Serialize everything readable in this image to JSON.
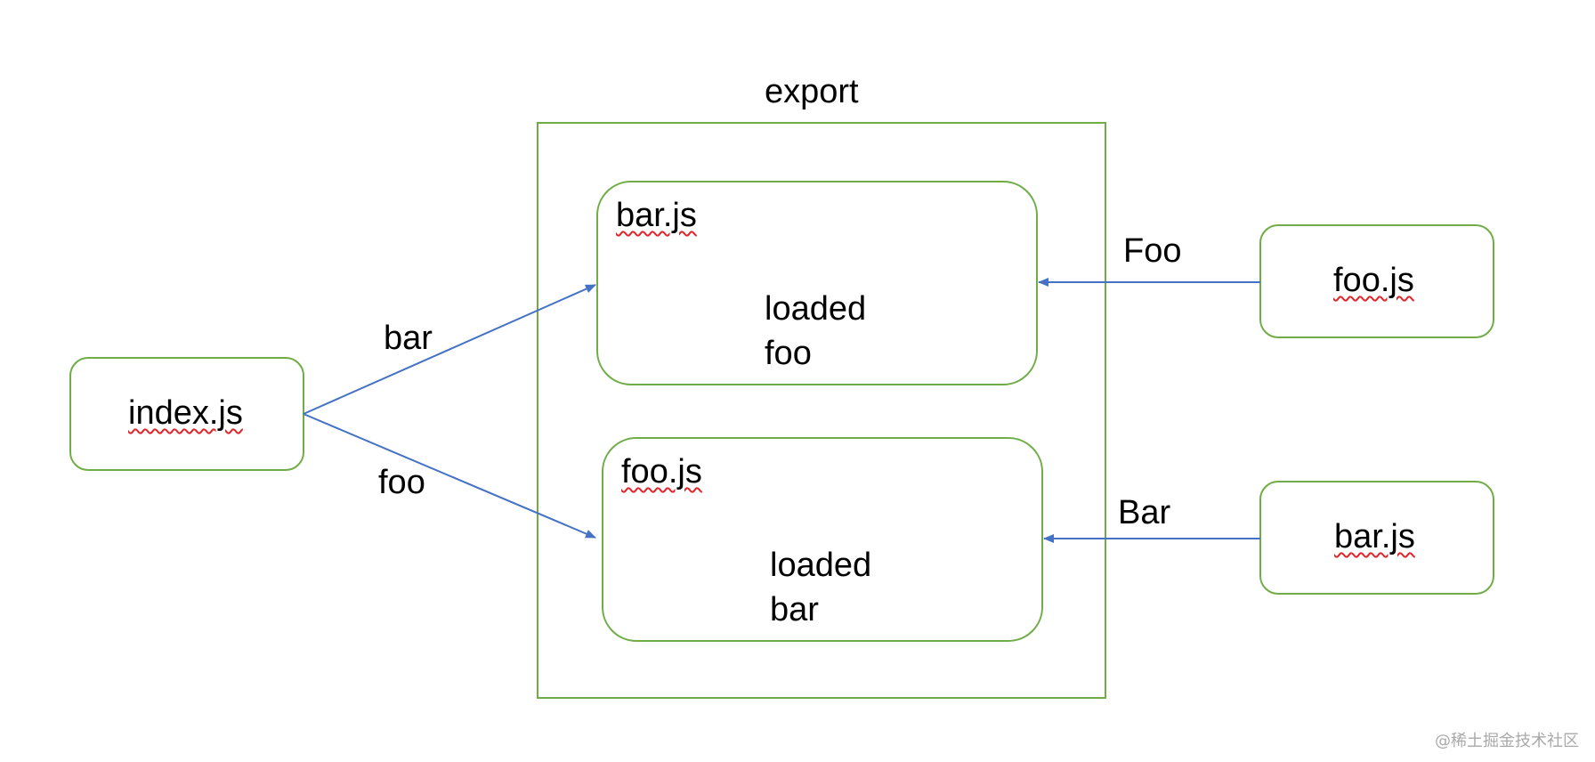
{
  "colors": {
    "box_border": "#70AD47",
    "arrow": "#4472C4",
    "spell_underline": "#E0262B",
    "text": "#000000",
    "watermark": "#A9A9A9"
  },
  "export_container": {
    "title": "export"
  },
  "modules": {
    "bar_inner": {
      "title": "bar.js",
      "line1": "loaded",
      "line2": "foo"
    },
    "foo_inner": {
      "title": "foo.js",
      "line1": "loaded",
      "line2": "bar"
    },
    "index": {
      "title": "index.js"
    },
    "foo_outer": {
      "title": "foo.js"
    },
    "bar_outer": {
      "title": "bar.js"
    }
  },
  "edges": {
    "index_to_bar": "bar",
    "index_to_foo": "foo",
    "foo_to_bar": "Foo",
    "bar_to_foo": "Bar"
  },
  "watermark": "@稀土掘金技术社区"
}
